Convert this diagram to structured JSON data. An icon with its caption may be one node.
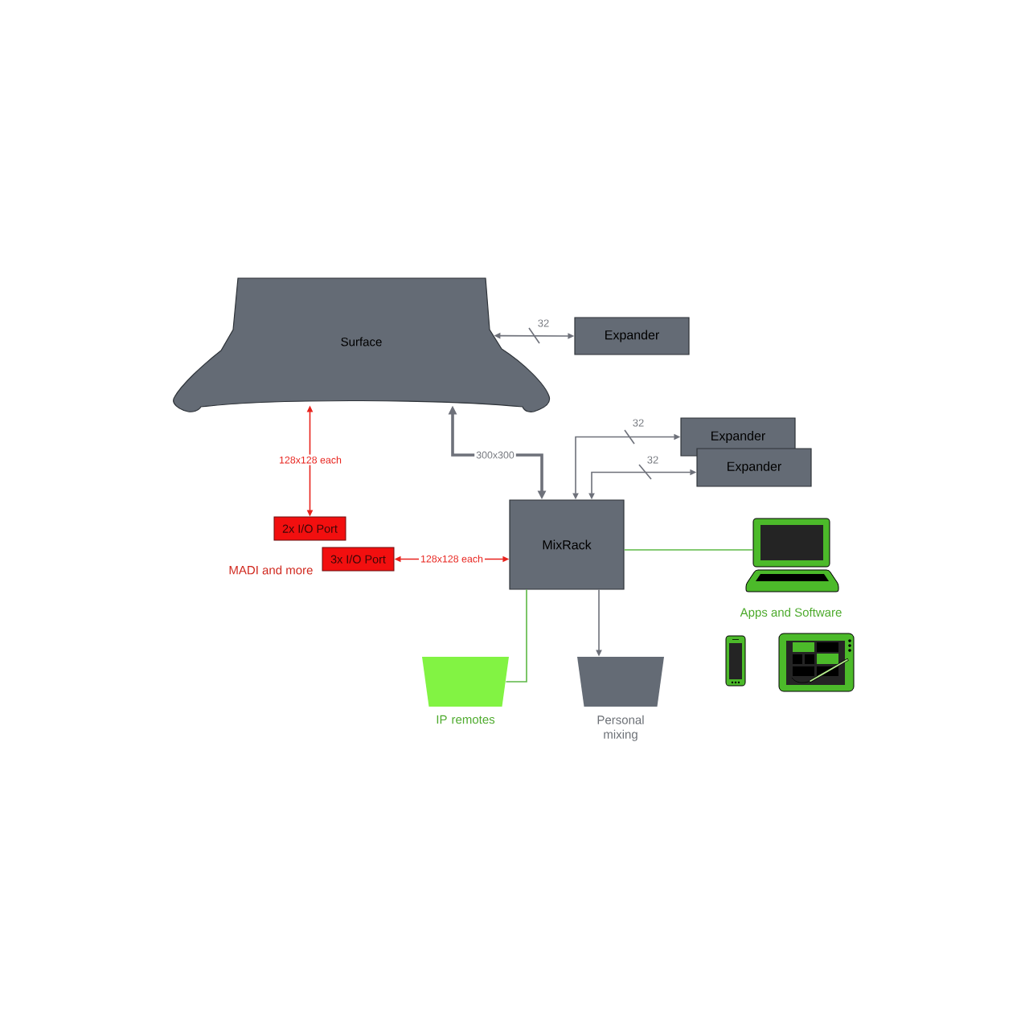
{
  "diagram": {
    "nodes": [
      {
        "text": [
          "Surface"
        ]
      },
      {
        "text": [
          "Expander"
        ]
      },
      {
        "text": [
          "Expander"
        ]
      },
      {
        "text": [
          "Expander"
        ]
      },
      {
        "text": [
          "2x I/O Port"
        ]
      },
      {
        "text": [
          "3x I/O Port"
        ]
      },
      {
        "text": [
          "MixRack"
        ]
      },
      {
        "text": [],
        "shape": "picture"
      },
      {
        "text": [
          "IP remotes"
        ]
      },
      {
        "text": [
          "Personal mixing"
        ]
      }
    ],
    "edges": [
      {
        "from": 0,
        "to": 1,
        "arrow": "both",
        "label": "32"
      },
      {
        "from": 0,
        "to": 4,
        "arrow": "both",
        "label": "128x128 each",
        "color": "#e8231d"
      },
      {
        "from": 0,
        "to": 6,
        "arrow": "both",
        "label": "300x300",
        "style": "thick"
      },
      {
        "from": 6,
        "to": 2,
        "arrow": "both",
        "label": "32"
      },
      {
        "from": 6,
        "to": 3,
        "arrow": "both",
        "label": "32"
      },
      {
        "from": 5,
        "to": 6,
        "arrow": "both",
        "label": "128x128 each",
        "color": "#e8231d"
      },
      {
        "from": 6,
        "to": 7,
        "arrow": "none",
        "color": "#5cb845"
      },
      {
        "from": 6,
        "to": 8,
        "arrow": "none",
        "color": "#5cb845"
      },
      {
        "from": 6,
        "to": 9,
        "arrow": "to"
      }
    ],
    "labels": [
      "MADI and more",
      "Apps and Software"
    ]
  }
}
